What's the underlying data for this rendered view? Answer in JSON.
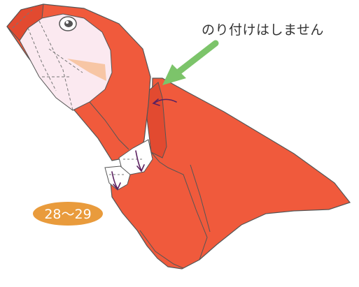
{
  "annotation": {
    "text": "のり付けはしません",
    "arrow_color": "#7cc46a"
  },
  "step_badge": {
    "text": "28〜29",
    "color": "#e99b3c",
    "text_color": "#ffffff"
  },
  "colors": {
    "body_red": "#f05a3c",
    "shade_red": "#e0462e",
    "edge": "#555555",
    "face": "#fbe9f0",
    "beak": "#f7c6a5",
    "fold_arrow": "#5b2160",
    "flap_white": "#ffffff"
  },
  "icons": {
    "fold_arrows": "curved-purple-fold-arrow",
    "pointer": "green-pointer-arrow"
  }
}
